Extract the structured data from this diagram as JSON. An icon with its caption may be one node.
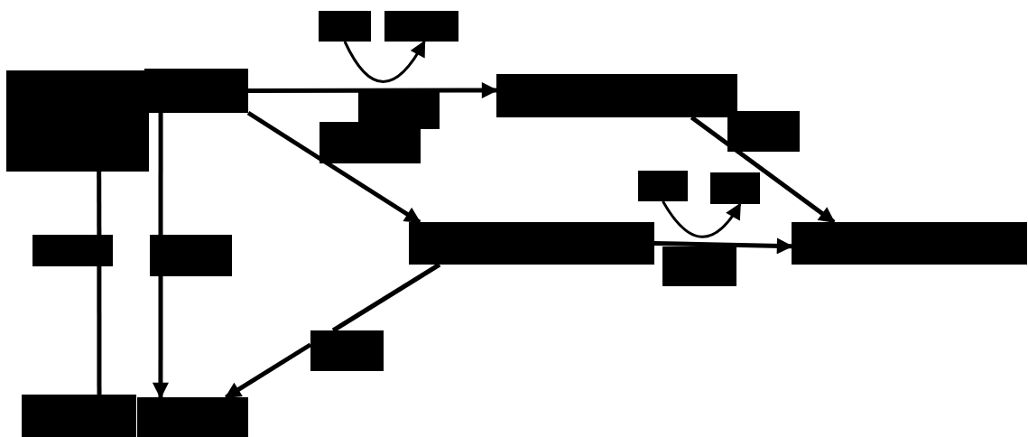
{
  "diagram": {
    "nodes": [
      {
        "text": [],
        "shape": "box"
      },
      {
        "text": [],
        "shape": "box"
      },
      {
        "text": [],
        "shape": "box"
      },
      {
        "text": [],
        "shape": "box"
      },
      {
        "text": [],
        "shape": "box"
      },
      {
        "text": [],
        "shape": "box"
      },
      {
        "text": [],
        "shape": "box"
      },
      {
        "text": [],
        "shape": "box"
      },
      {
        "text": [],
        "shape": "box"
      },
      {
        "text": [],
        "shape": "box"
      },
      {
        "text": [],
        "shape": "box"
      },
      {
        "text": [],
        "shape": "box"
      },
      {
        "text": [],
        "shape": "box"
      },
      {
        "text": [],
        "shape": "box"
      },
      {
        "text": [],
        "shape": "box"
      },
      {
        "text": [],
        "shape": "box"
      },
      {
        "text": [],
        "shape": "box"
      },
      {
        "text": [],
        "shape": "box"
      }
    ],
    "edges": [
      {
        "from": 1,
        "to": 6,
        "arrow": "to"
      },
      {
        "from": 1,
        "to": 10,
        "arrow": "to"
      },
      {
        "from": 0,
        "to": 13,
        "arrow": "none"
      },
      {
        "from": 13,
        "to": 16,
        "arrow": "none"
      },
      {
        "from": 1,
        "to": 14,
        "arrow": "none"
      },
      {
        "from": 14,
        "to": 17,
        "arrow": "to"
      },
      {
        "from": 6,
        "to": 11,
        "arrow": "to"
      },
      {
        "from": 10,
        "to": 11,
        "arrow": "to"
      },
      {
        "from": 10,
        "to": 15,
        "arrow": "none"
      },
      {
        "from": 15,
        "to": 17,
        "arrow": "to"
      },
      {
        "from": 2,
        "to": 3,
        "arrow": "to"
      },
      {
        "from": 8,
        "to": 9,
        "arrow": "to"
      }
    ]
  }
}
